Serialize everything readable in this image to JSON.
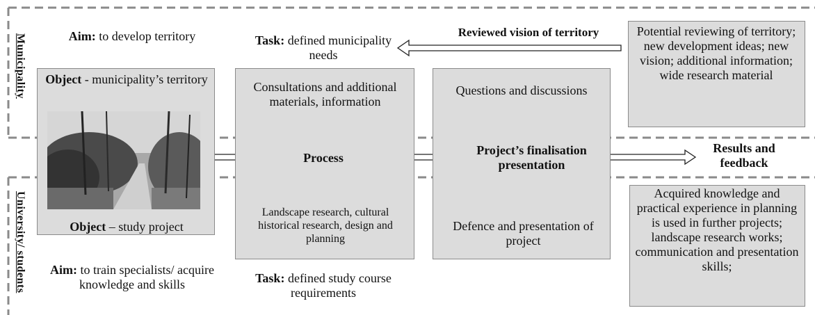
{
  "lanes": {
    "municipality": "Municipality",
    "university": "University/ students"
  },
  "left": {
    "aim_top_bold": "Aim:",
    "aim_top_text": " to develop territory",
    "object_top_bold": "Object",
    "object_top_text": " - municipality’s territory",
    "object_bottom_bold": "Object",
    "object_bottom_text": " – study project",
    "aim_bottom_bold": "Aim:",
    "aim_bottom_text": " to train  specialists/ acquire knowledge and skills"
  },
  "middle": {
    "task_top_bold": "Task:",
    "task_top_text": " defined municipality needs",
    "box_top": "Consultations and additional materials, information",
    "process": "Process",
    "box_bottom": "Landscape research, cultural historical research, design and planning",
    "task_bottom_bold": "Task:",
    "task_bottom_text": " defined study course requirements"
  },
  "right_middle": {
    "reviewed_vision": "Reviewed vision of territory",
    "box_top": "Questions and discussions",
    "finalisation": "Project’s finalisation presentation",
    "box_bottom": "Defence and presentation of project"
  },
  "far_right": {
    "box_top": "Potential reviewing of territory; new development ideas; new vision; additional information; wide research material",
    "results": "Results and feedback",
    "box_bottom": "Acquired knowledge and practical experience in planning is used in further projects; landscape research works; communication and presentation skills;"
  }
}
